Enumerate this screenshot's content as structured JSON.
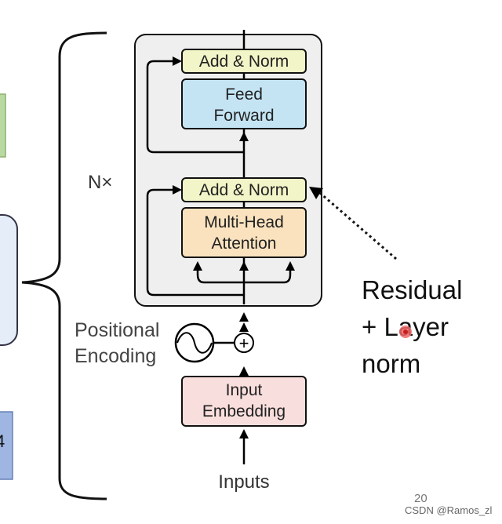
{
  "encoder": {
    "repeat_label": "N×",
    "add_norm_top": "Add & Norm",
    "feed_forward_line1": "Feed",
    "feed_forward_line2": "Forward",
    "add_norm_bottom": "Add & Norm",
    "attention_line1": "Multi-Head",
    "attention_line2": "Attention",
    "embedding_line1": "Input",
    "embedding_line2": "Embedding",
    "inputs_label": "Inputs",
    "positional_line1": "Positional",
    "positional_line2": "Encoding",
    "plus_symbol": "+"
  },
  "annotation": {
    "line1": "Residual",
    "line2": "+ Layer",
    "line3": "norm"
  },
  "left_edge": {
    "partial_char": "4"
  },
  "footer": {
    "slide_number": "20",
    "watermark": "CSDN @Ramos_zl"
  },
  "colors": {
    "add_norm_fill": "#F2F5C7",
    "feed_forward_fill": "#C4E4F4",
    "attention_fill": "#FAE2BF",
    "embedding_fill": "#F8DEDC",
    "panel_fill": "#EFEFEF",
    "left_green": "#B9D9A2",
    "left_blue": "#9FB6E2",
    "left_light": "#E5EEF8"
  }
}
